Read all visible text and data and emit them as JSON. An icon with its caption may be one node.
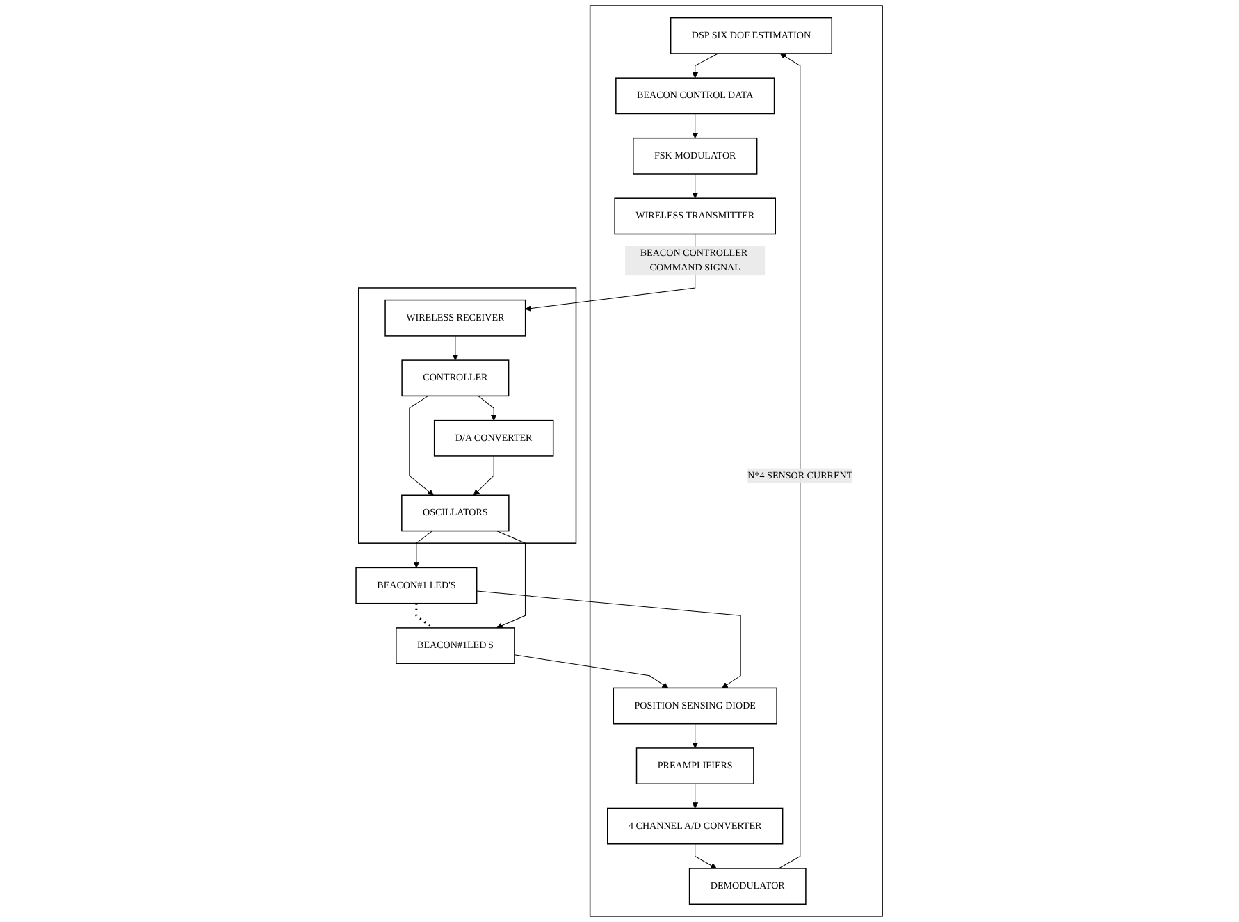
{
  "diagram": {
    "nodes": [
      {
        "text": [],
        "shape": "box"
      },
      {
        "text": [
          "DSP SIX DOF ESTIMATION"
        ],
        "in": 0
      },
      {
        "text": [
          "DEMODULATOR"
        ],
        "in": 0
      },
      {
        "text": [
          "BEACON CONTROL DATA"
        ],
        "in": 0
      },
      {
        "text": [
          "4 CHANNEL A/D CONVERTER"
        ],
        "in": 0
      },
      {
        "text": [
          "FSK MODULATOR"
        ],
        "in": 0
      },
      {
        "text": [
          "PREAMPLIFIERS"
        ],
        "in": 0
      },
      {
        "text": [
          "WIRELESS TRANSMITTER"
        ],
        "in": 0
      },
      {
        "text": [
          "POSITION SENSING DIODE"
        ],
        "in": 0
      },
      {
        "text": [
          "BEACON#1 LED'S"
        ]
      },
      {
        "text": [
          "BEACON#1LED'S"
        ]
      },
      {
        "text": [],
        "shape": "box"
      },
      {
        "text": [
          "WIRELESS RECEIVER"
        ],
        "in": 11
      },
      {
        "text": [
          "OSCILLATORS"
        ],
        "in": 11
      },
      {
        "text": [
          "CONTROLLER"
        ],
        "in": 11
      },
      {
        "text": [
          "D/A CONVERTER"
        ],
        "in": 11
      }
    ],
    "edges": [
      {
        "from": 2,
        "to": 1,
        "arrow": "to",
        "label": "N*4 SENSOR CURRENT"
      },
      {
        "from": 1,
        "to": 3,
        "arrow": "to"
      },
      {
        "from": 3,
        "to": 5,
        "arrow": "to"
      },
      {
        "from": 5,
        "to": 7,
        "arrow": "to"
      },
      {
        "from": 4,
        "to": 2,
        "arrow": "to"
      },
      {
        "from": 6,
        "to": 4,
        "arrow": "to"
      },
      {
        "from": 8,
        "to": 6,
        "arrow": "to"
      },
      {
        "from": 7,
        "to": 12,
        "arrow": "to",
        "label": "BEACON CONTROLLER COMMAND SIGNAL"
      },
      {
        "from": 9,
        "to": 8,
        "arrow": "to"
      },
      {
        "from": 10,
        "to": 8,
        "arrow": "to"
      },
      {
        "from": 9,
        "to": 10,
        "arrow": "none",
        "style": "dashed"
      },
      {
        "from": 13,
        "to": 9,
        "arrow": "to"
      },
      {
        "from": 13,
        "to": 10,
        "arrow": "to"
      },
      {
        "from": 12,
        "to": 14,
        "arrow": "to"
      },
      {
        "from": 14,
        "to": 13,
        "arrow": "to"
      },
      {
        "from": 14,
        "to": 15,
        "arrow": "to"
      },
      {
        "from": 15,
        "to": 13,
        "arrow": "to"
      }
    ]
  }
}
